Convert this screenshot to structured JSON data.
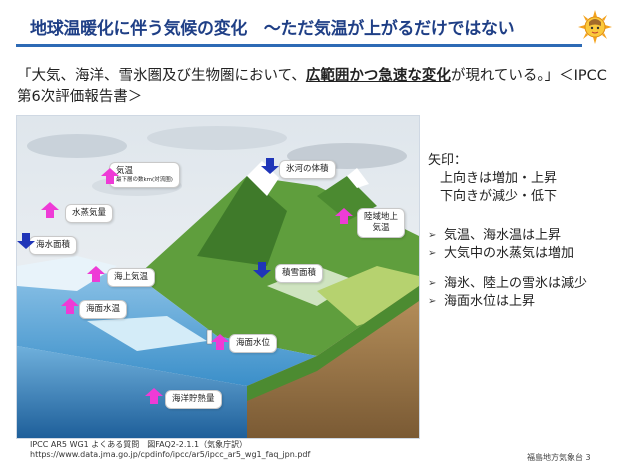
{
  "title": "地球温暖化に伴う気候の変化　～ただ気温が上がるだけではない",
  "quote": {
    "before": "「大気、海洋、雪氷圏及び生物圏において、",
    "highlight": "広範囲かつ急速な変化",
    "after": "が現れている。」＜IPCC第6次評価報告書＞"
  },
  "diagram": {
    "labels": {
      "air_temp": "気温",
      "air_temp_sub": "最下層の数km(対流圏)",
      "water_vapor": "水蒸気量",
      "sea_ice": "海水面積",
      "sea_air_temp": "海上気温",
      "sea_surface_temp": "海面水温",
      "glacier": "氷河の体積",
      "land_temp": "陸域地上\n気温",
      "snow_cover": "積雪面積",
      "sea_level": "海面水位",
      "ocean_heat": "海洋貯熱量"
    },
    "colors": {
      "up_arrow": "#ee3bd6",
      "down_arrow": "#1f35b8"
    }
  },
  "legend": {
    "heading": "矢印：",
    "up": "上向きは増加・上昇",
    "down": "下向きが減少・低下"
  },
  "bullets_group1": [
    "気温、海水温は上昇",
    "大気中の水蒸気は増加"
  ],
  "bullets_group2": [
    "海氷、陸上の雪氷は減少",
    "海面水位は上昇"
  ],
  "source": {
    "line1": "IPCC AR5 WG1 よくある質問　図FAQ2-2.1.1（気象庁訳）",
    "line2": "https://www.data.jma.go.jp/cpdinfo/ipcc/ar5/ipcc_ar5_wg1_faq_jpn.pdf"
  },
  "footer": "福島地方気象台 3"
}
